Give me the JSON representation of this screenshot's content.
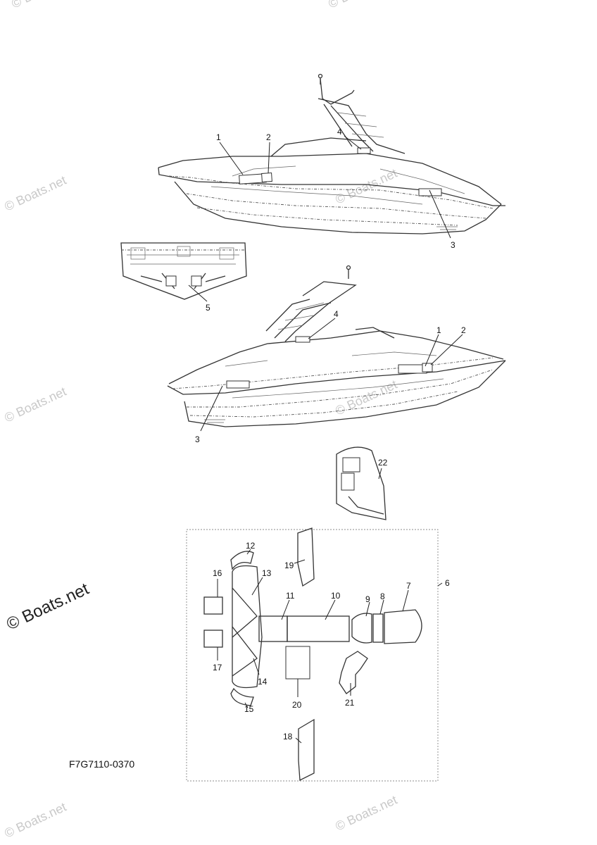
{
  "figure_code": "F7G7110-0370",
  "watermark": "© Boats.net",
  "callouts": [
    "1",
    "2",
    "3",
    "4",
    "5",
    "6",
    "7",
    "8",
    "9",
    "10",
    "11",
    "12",
    "13",
    "14",
    "15",
    "16",
    "17",
    "18",
    "19",
    "20",
    "21",
    "22"
  ],
  "colors": {
    "line": "#222222",
    "watermark": "#c9c9c9"
  }
}
